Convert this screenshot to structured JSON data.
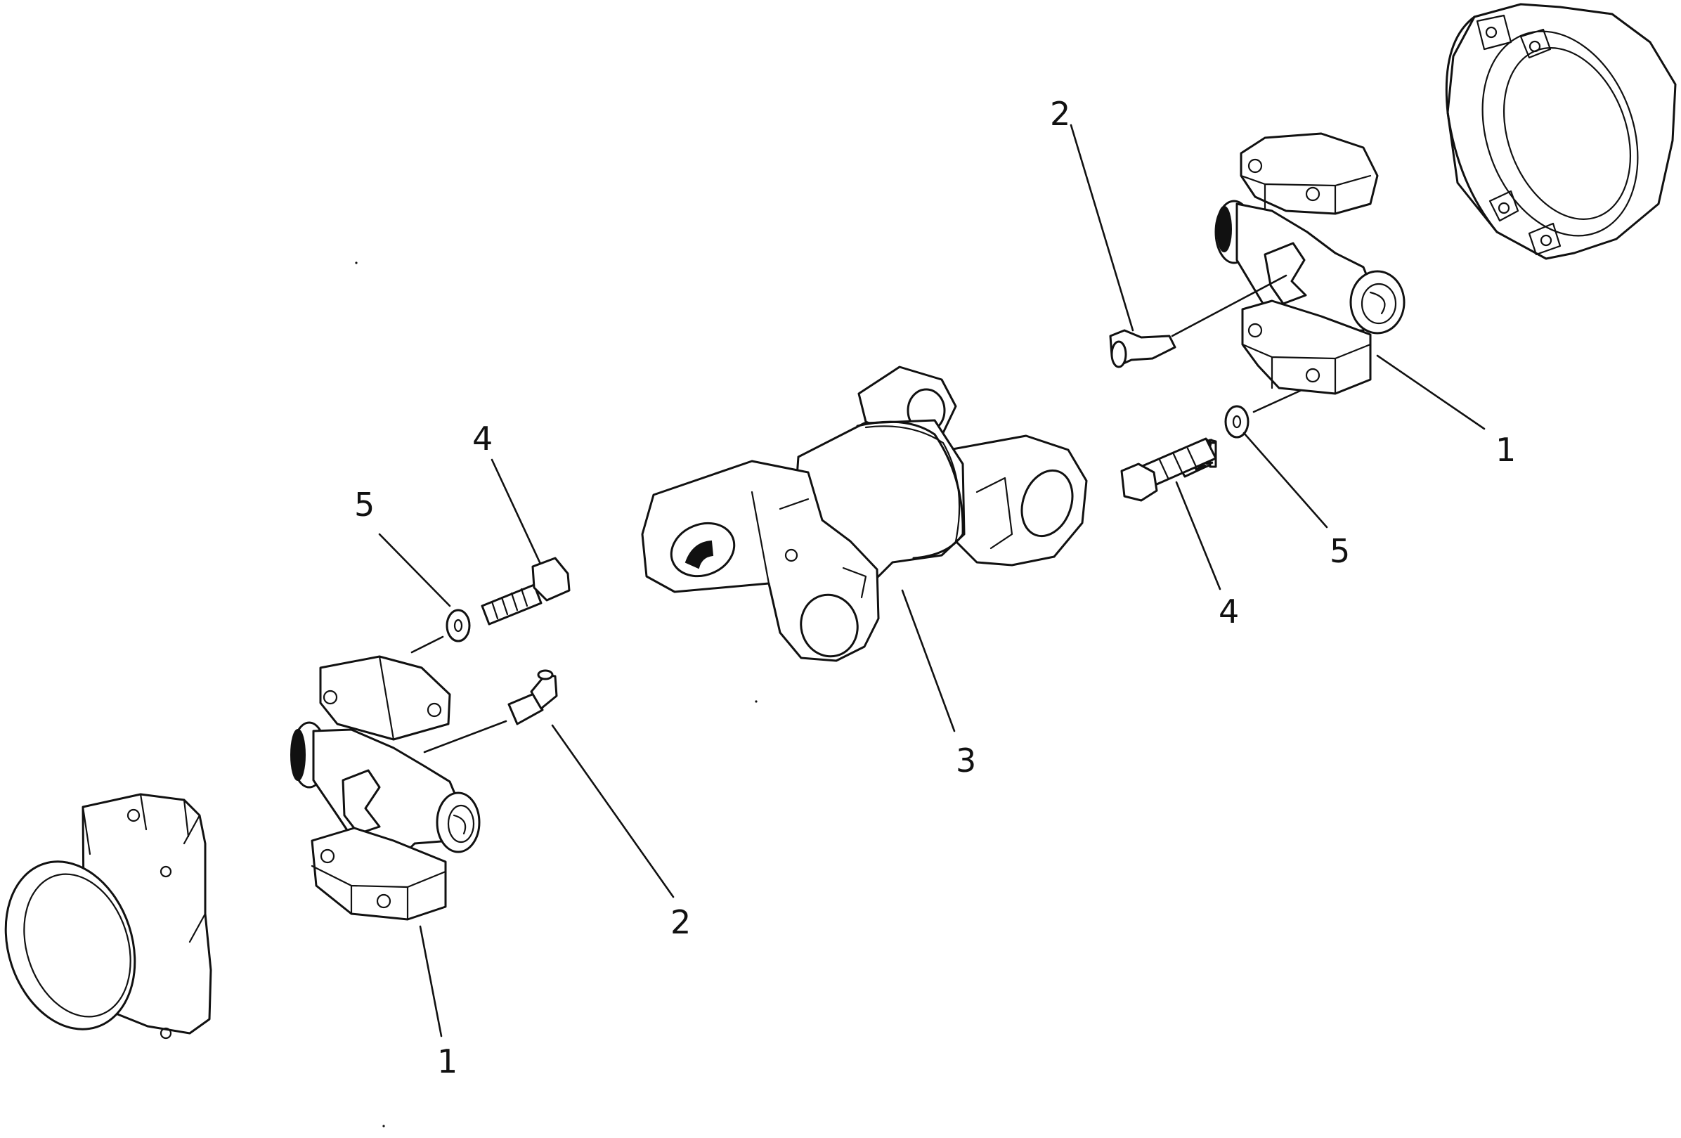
{
  "callouts": {
    "yoke_left": "1",
    "yoke_right": "1",
    "grease_fitting_right": "2",
    "grease_fitting_left": "2",
    "shaft": "3",
    "bolt_left": "4",
    "bolt_right": "4",
    "washer_left": "5",
    "washer_right": "5"
  }
}
